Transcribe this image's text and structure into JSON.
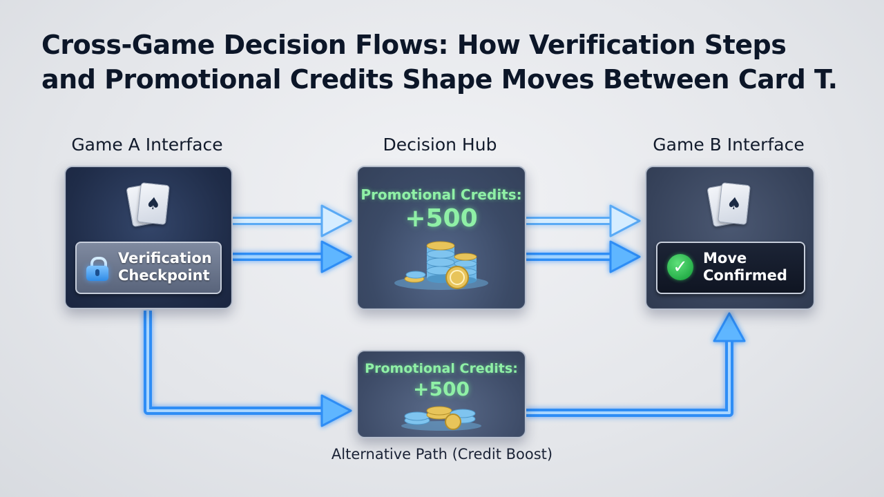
{
  "title": {
    "line1": "Cross-Game Decision Flows: How Verification Steps",
    "line2": "and Promotional Credits Shape Moves Between Card T."
  },
  "columns": {
    "game_a": "Game A Interface",
    "hub": "Decision Hub",
    "game_b": "Game B Interface"
  },
  "game_a": {
    "icon": "playing-cards-spade-icon",
    "verification": {
      "icon": "lock-icon",
      "line1": "Verification",
      "line2": "Checkpoint"
    }
  },
  "hub": {
    "label": "Promotional Credits:",
    "value": "+500",
    "icon": "coin-stack-icon"
  },
  "game_b": {
    "icon": "playing-cards-spade-icon",
    "confirm": {
      "icon": "checkmark-icon",
      "line1": "Move",
      "line2": "Confirmed"
    }
  },
  "alt": {
    "label": "Promotional Credits:",
    "value": "+500",
    "icon": "coin-stack-icon",
    "caption": "Alternative Path (Credit Boost)"
  },
  "colors": {
    "flow_blue": "#3b9bff",
    "flow_light": "#bfe3ff",
    "credits_green": "#8ff0a6",
    "check_green": "#1fa943",
    "coin_gold": "#e8c45a",
    "coin_blue": "#6fb8e8"
  }
}
